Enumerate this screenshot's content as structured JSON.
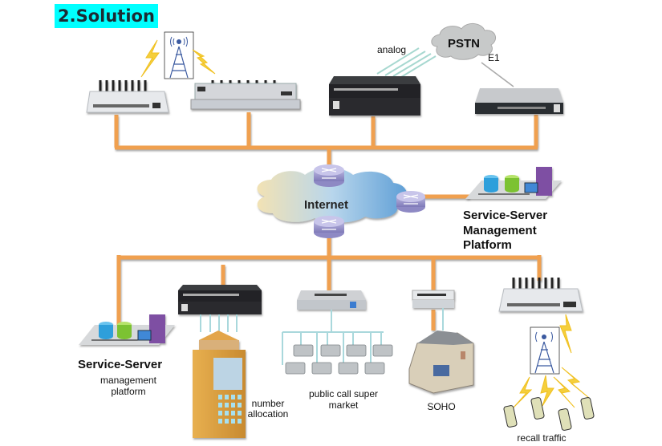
{
  "title": "2.Solution",
  "top_labels": {
    "pstn": "PSTN",
    "analog": "analog",
    "e1": "E1"
  },
  "internet": {
    "label": "Internet"
  },
  "service_server_right": {
    "line1": "Service-Server",
    "line2": "Management",
    "line3": "Platform"
  },
  "service_server_left": {
    "title": "Service-Server",
    "sub1": "management",
    "sub2": "platform"
  },
  "bottom_labels": {
    "number_allocation_1": "number",
    "number_allocation_2": "allocation",
    "public_call_1": "public call super",
    "public_call_2": "market",
    "soho": "SOHO",
    "recall_traffic": "recall traffic"
  },
  "colors": {
    "title_bg": "#00ffff",
    "bus_orange": "#f0a050",
    "cloud_blue": "#7fb4e0",
    "phone_line": "#a9d8dc"
  }
}
